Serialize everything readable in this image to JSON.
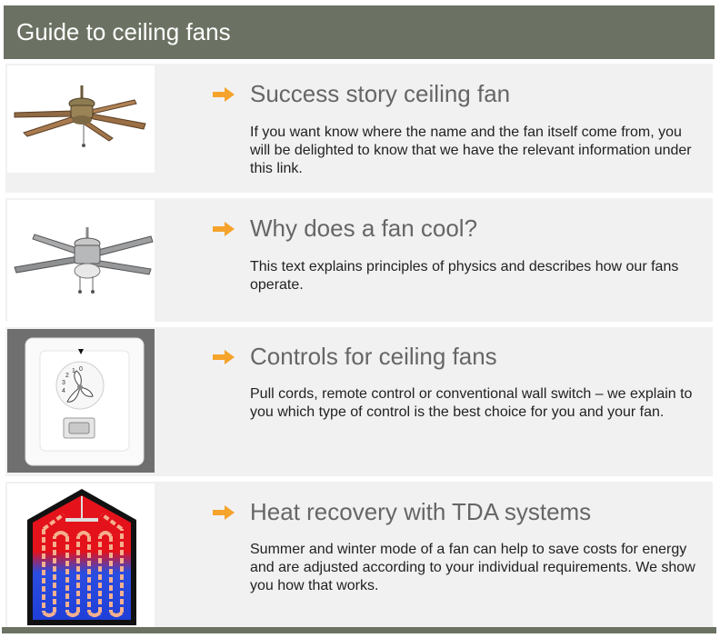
{
  "header": {
    "title": "Guide to ceiling fans"
  },
  "articles": [
    {
      "image": "ceiling-fan-brass-photo",
      "title": "Success story ceiling fan",
      "text": "If you want know where the name and the fan itself come from, you will be delighted to know that we have the relevant information under this link."
    },
    {
      "image": "ceiling-fan-steel-photo",
      "title": "Why does a fan cool?",
      "text": "This text explains principles of physics and describes how our fans operate."
    },
    {
      "image": "wall-switch-control-photo",
      "title": "Controls for ceiling fans",
      "text": "Pull cords, remote control or conventional wall switch – we explain to you which type of control is the best choice for you and your fan."
    },
    {
      "image": "heat-recovery-diagram",
      "title": "Heat recovery with TDA systems",
      "text": "Summer and winter mode of a fan can help to save costs for energy and are adjusted according to your individual requirements. We show you how that works."
    }
  ],
  "colors": {
    "header_bg": "#6b7263",
    "arrow": "#f5a32b",
    "card_bg": "#f1f1f1",
    "title_text": "#666666"
  }
}
